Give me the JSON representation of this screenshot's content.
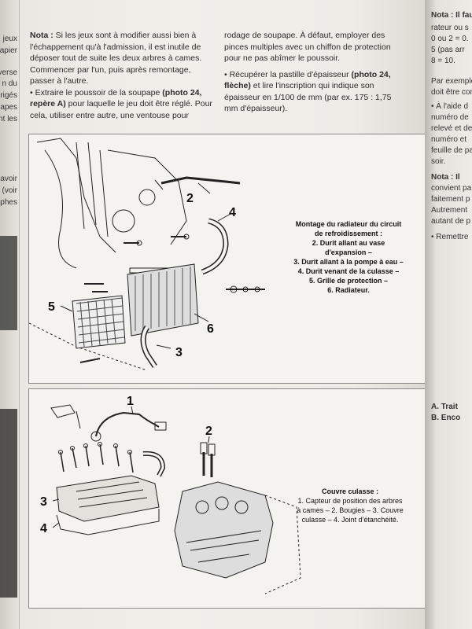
{
  "left_margin_words": [
    "jeux",
    "apier",
    "verse",
    "n du",
    "rigés",
    "apes",
    "nt les",
    "avoir",
    "(voir",
    "aphes"
  ],
  "column_1": {
    "nota_label": "Nota :",
    "nota_text": "Si les jeux sont à modifier aussi bien à l'échappement qu'à l'admission, il est inutile de déposer tout de suite les deux arbres à cames. Commencer par l'un, puis après remontage, passer à l'autre.",
    "bullet_prefix": "• Extraire le poussoir de la soupape",
    "bullet_bold": "(photo 24, repère A)",
    "bullet_rest": "pour laquelle le jeu doit être réglé. Pour cela, utiliser entre autre, une ventouse pour"
  },
  "column_2": {
    "para_1": "rodage de soupape. À défaut, employer des pinces multiples avec un chiffon de protection pour ne pas abîmer le poussoir.",
    "bullet_prefix": "• Récupérer la pastille d'épaisseur",
    "bullet_bold": "(photo 24, flèche)",
    "bullet_rest": "et lire l'inscription qui indique son épaisseur en 1/100 de mm (par ex. 175 : 1,75 mm d'épaisseur)."
  },
  "figure_1": {
    "callouts": [
      "2",
      "4",
      "5",
      "6",
      "3"
    ],
    "caption_lines": [
      "Montage du radiateur du circuit",
      "de refroidissement :",
      "2. Durit allant au vase",
      "d'expansion –",
      "3. Durit allant à la pompe à eau –",
      "4. Durit venant de la culasse –",
      "5. Grille de protection –",
      "6. Radiateur."
    ]
  },
  "figure_2": {
    "callouts": [
      "1",
      "2",
      "3",
      "4"
    ],
    "caption_title": "Couvre culasse :",
    "caption_lines": [
      "1. Capteur de position des arbres",
      "à cames – 2. Bougies – 3. Couvre",
      "culasse – 4. Joint d'étanchéité."
    ]
  },
  "right_page_lines": [
    "Nota : Il fau",
    "rateur ou s",
    "0 ou 2 = 0.",
    "5 (pas arr",
    "8 = 10.",
    "Par exemple",
    "doit être con",
    "• À l'aide d",
    "numéro de",
    "relevé et de",
    "numéro et",
    "feuille de pa",
    "soir.",
    "Nota : Il",
    "convient pa",
    "faitement p",
    "Autrement",
    "autant de p",
    "• Remettre",
    "A. Trait",
    "B. Enco"
  ]
}
